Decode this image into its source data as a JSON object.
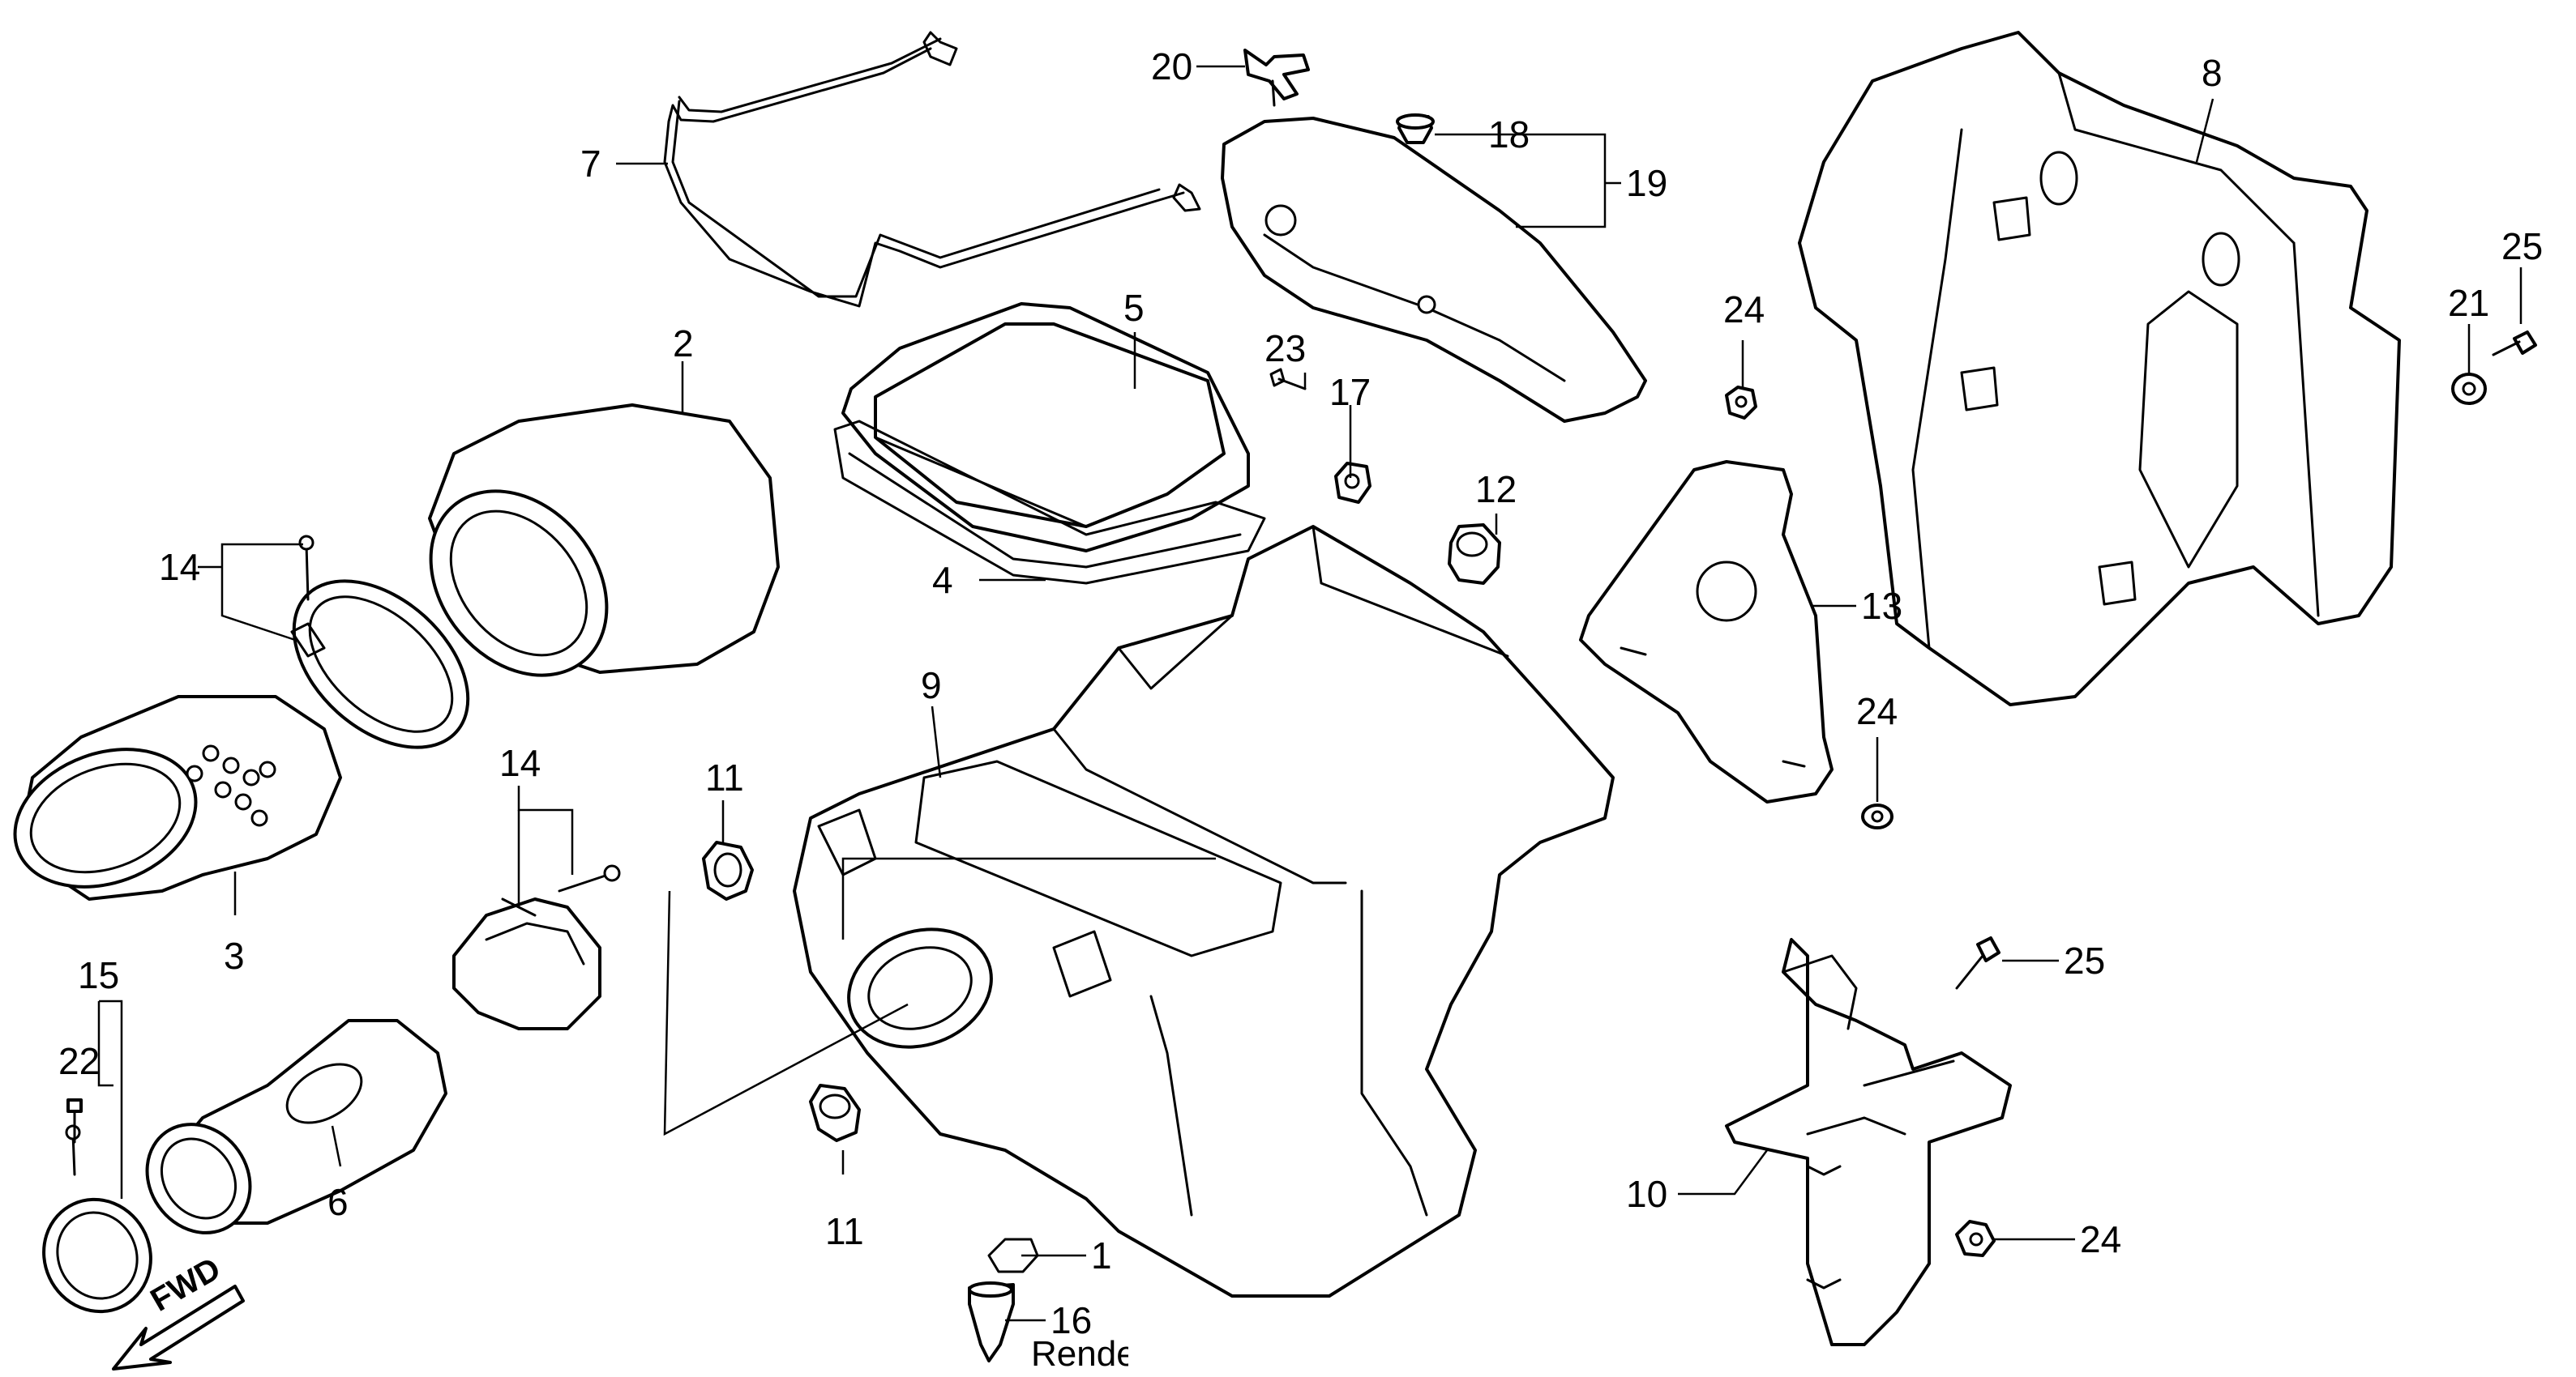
{
  "callouts": [
    {
      "id": "1",
      "label": "1"
    },
    {
      "id": "2",
      "label": "2"
    },
    {
      "id": "3",
      "label": "3"
    },
    {
      "id": "4",
      "label": "4"
    },
    {
      "id": "5",
      "label": "5"
    },
    {
      "id": "6",
      "label": "6"
    },
    {
      "id": "7",
      "label": "7"
    },
    {
      "id": "8",
      "label": "8"
    },
    {
      "id": "9",
      "label": "9"
    },
    {
      "id": "10",
      "label": "10"
    },
    {
      "id": "11a",
      "label": "11"
    },
    {
      "id": "11b",
      "label": "11"
    },
    {
      "id": "12",
      "label": "12"
    },
    {
      "id": "13",
      "label": "13"
    },
    {
      "id": "14a",
      "label": "14"
    },
    {
      "id": "14b",
      "label": "14"
    },
    {
      "id": "15",
      "label": "15"
    },
    {
      "id": "16",
      "label": "16"
    },
    {
      "id": "17",
      "label": "17"
    },
    {
      "id": "18",
      "label": "18"
    },
    {
      "id": "19",
      "label": "19"
    },
    {
      "id": "20",
      "label": "20"
    },
    {
      "id": "21",
      "label": "21"
    },
    {
      "id": "22",
      "label": "22"
    },
    {
      "id": "23",
      "label": "23"
    },
    {
      "id": "24a",
      "label": "24"
    },
    {
      "id": "24b",
      "label": "24"
    },
    {
      "id": "24c",
      "label": "24"
    },
    {
      "id": "25a",
      "label": "25"
    },
    {
      "id": "25b",
      "label": "25"
    }
  ],
  "direction_label": "FWD",
  "watermark": "Rende",
  "colors": {
    "ink": "#000000",
    "paper": "#ffffff"
  },
  "icons": {
    "direction": "arrow-fwd-icon"
  }
}
